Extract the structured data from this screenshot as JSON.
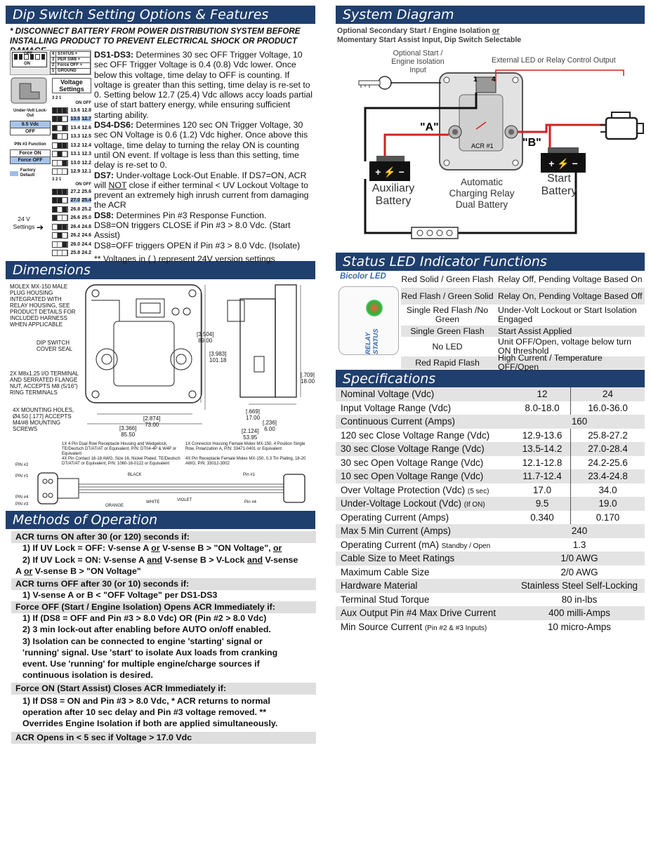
{
  "headers": {
    "dip": "Dip Switch Setting Options & Features",
    "system": "System Diagram",
    "dimensions": "Dimensions",
    "status": "Status LED Indicator Functions",
    "specs": "Specifications",
    "methods": "Methods of Operation"
  },
  "dip": {
    "warning1": "* DISCONNECT BATTERY FROM POWER DISTRIBUTION SYSTEM BEFORE",
    "warning2": "INSTALLING PRODUCT TO PREVENT ELECTRICAL SHOCK OR PRODUCT DAMAGE",
    "legend": {
      "off": "OFF",
      "on": "ON",
      "r4": "STATUS +",
      "r3": "PER SW8 +",
      "r2": "Force OFF +",
      "r1": "GROUND",
      "n4": "4",
      "n3": "3",
      "n2": "2",
      "n1": "1"
    },
    "voltage_settings": "Voltage Settings",
    "col_head": "ON  OFF",
    "under_volt": "Under-Volt Lock-Out",
    "under_volt_opt1": "9.5 Vdc",
    "under_volt_opt2": "OFF",
    "pin3_function": "PIN #3 Function",
    "pin3_opt1": "Force ON",
    "pin3_opt2": "Force OFF",
    "factory_default": "Factory Default",
    "settings_24v": "24 V Settings",
    "ds1_head": "DS1-DS3:",
    "ds1_body": " Determines 30 sec OFF Trigger Voltage, 10 sec OFF Trigger Voltage is 0.4 (0.8) Vdc lower. Once below this voltage, time delay to OFF is counting. If voltage is greater than this setting, time delay is re-set to 0. Setting below 12.7 (25.4) Vdc allows accy loads partial use of start battery energy, while ensuring sufficient starting ability.",
    "ds4_head": "DS4-DS6:",
    "ds4_body": " Determines 120 sec ON Trigger Voltage, 30 sec ON Voltage is 0.6 (1.2) Vdc higher. Once above this voltage, time delay to turning the relay ON is counting until ON event. If voltage is less than this setting, time delay is re-set to 0.",
    "ds7_head": "DS7:",
    "ds7_body_a": " Under-voltage Lock-Out Enable. If DS7=ON, ACR will ",
    "ds7_not": "NOT",
    "ds7_body_b": " close if either terminal < UV Lockout Voltage to prevent an extremely high inrush current from damaging the ACR",
    "ds8_head": "DS8:",
    "ds8_body": " Determines Pin #3 Response Function.",
    "ds8_on": "DS8=ON triggers CLOSE if Pin #3 > 8.0 Vdc. (Start Assist)",
    "ds8_off": "DS8=OFF triggers OPEN if Pin #3 > 8.0 Vdc. (Isolate)",
    "note": "** Voltages in (   ) represent 24V version settings",
    "rows12": [
      {
        "on": "13.6",
        "off": "12.8"
      },
      {
        "on": "13.5",
        "off": "12.7"
      },
      {
        "on": "13.4",
        "off": "12.6"
      },
      {
        "on": "13.3",
        "off": "12.5"
      },
      {
        "on": "13.2",
        "off": "12.4"
      },
      {
        "on": "13.1",
        "off": "12.3"
      },
      {
        "on": "13.0",
        "off": "12.2"
      },
      {
        "on": "12.9",
        "off": "12.1"
      }
    ],
    "rows24": [
      {
        "on": "27.2",
        "off": "25.6"
      },
      {
        "on": "27.0",
        "off": "25.4"
      },
      {
        "on": "26.8",
        "off": "25.2"
      },
      {
        "on": "26.6",
        "off": "25.0"
      },
      {
        "on": "26.4",
        "off": "24.8"
      },
      {
        "on": "26.2",
        "off": "24.6"
      },
      {
        "on": "26.0",
        "off": "24.4"
      },
      {
        "on": "25.8",
        "off": "24.2"
      }
    ],
    "highlight_color": "#9fbde6"
  },
  "system": {
    "opt_secondary_a": "Optional Secondary Start / Engine Isolation ",
    "opt_secondary_or": "or",
    "opt_secondary_b": "Momentary Start Assist Input, Dip Switch Selectable",
    "opt_start": "Optional Start / Engine Isolation Input",
    "external_led": "External LED or Relay Control Output",
    "label_a": "\"A\"",
    "label_b": "\"B\"",
    "acr": "ACR #1",
    "pin1": "1",
    "pin4": "4",
    "aux_battery": "Auxiliary Battery",
    "acr_desc": "Automatic Charging Relay Dual Battery",
    "start_battery": "Start Battery",
    "wire_red": "#d42020",
    "wire_black": "#111111"
  },
  "dimensions": {
    "molex": "MOLEX MX-150 MALE PLUG HOUSING INTEGRATED WITH RELAY HOUSING, SEE PRODUCT DETAILS FOR INCLUDED HARNESS WHEN APPLICABLE",
    "dip_cover": "DIP SWITCH COVER SEAL",
    "terminal": "2X M8x1.25 I/O TERMINAL AND SERRATED FLANGE NUT, ACCEPTS M8 (5/16\") RING TERMINALS",
    "mounting": "4X MOUNTING HOLES, Ø4.50 [.177] ACCEPTS M4/#8 MOUNTING SCREWS",
    "d1a": "[3.504]",
    "d1b": "89.00",
    "d2a": "[3.983]",
    "d2b": "101.18",
    "d3a": "[2.874]",
    "d3b": "73.00",
    "d4a": "[3.366]",
    "d4b": "85.50",
    "d5a": "[.669]",
    "d5b": "17.00",
    "d6a": "[.236]",
    "d6b": "6.00",
    "d7a": "[2.124]",
    "d7b": "53.95",
    "d8a": "[.709]",
    "d8b": "18.00",
    "h1": "1X 4 Pin Dual Row Receptacle Housing and Wedgelock, TE/Deutsch DT/AT/AT or Equivalent, P/N: DT04-4P & W4P or Equivalent",
    "h2": "1X Connector Housing Female Molex MX-150, 4 Position Single Row, Polarization A, P/N: 33471-0401 or Equivalent",
    "h3": "4X Pin Contact 16-18 AWG, Size 16, Nickel Plated, TE/Deutsch DT/AT/AT or Equivalent, P/N: 1060-16-0122 or Equivalent",
    "h4": "4X Pin Receptacle Female Molex MX-150, 0.3 Tin Plating, 18-20 AWG, P/N: 33012-3002",
    "pin2": "PIN #2",
    "pin1": "PIN #1",
    "pin4": "PIN #4",
    "pin3": "PIN #3",
    "black": "BLACK",
    "white": "WHITE",
    "violet": "VIOLET",
    "orange": "ORANGE",
    "rpin1": "Pin #1",
    "rpin4": "Pin #4"
  },
  "status": {
    "bicolor": "Bicolor LED",
    "relay_status": "RELAY STATUS",
    "rows": [
      {
        "state": "Red Solid / Green Flash",
        "meaning": "Relay Off, Pending Voltage Based On"
      },
      {
        "state": "Red Flash / Green Solid",
        "meaning": "Relay On, Pending Voltage Based Off"
      },
      {
        "state": "Single Red Flash  /No Green",
        "meaning": "Under-Volt Lockout or Start Isolation Engaged"
      },
      {
        "state": "Single Green Flash",
        "meaning": "Start Assist Applied"
      },
      {
        "state": "No LED",
        "meaning": "Unit OFF/Open, voltage below turn ON threshold"
      },
      {
        "state": "Red Rapid Flash",
        "meaning": "High Current / Temperature OFF/Open"
      }
    ]
  },
  "specs": {
    "rows": [
      {
        "name": "Nominal Voltage (Vdc)",
        "v12": "12",
        "v24": "24"
      },
      {
        "name": "Input Voltage Range (Vdc)",
        "v12": "8.0-18.0",
        "v24": "16.0-36.0"
      },
      {
        "name": "Continuous Current (Amps)",
        "merged": "160"
      },
      {
        "name": "120 sec Close Voltage Range (Vdc)",
        "v12": "12.9-13.6",
        "v24": "25.8-27.2"
      },
      {
        "name": "30 sec Close Voltage Range (Vdc)",
        "v12": "13.5-14.2",
        "v24": "27.0-28.4"
      },
      {
        "name": "30 sec Open Voltage Range (Vdc)",
        "v12": "12.1-12.8",
        "v24": "24.2-25.6"
      },
      {
        "name": "10 sec Open Voltage Range (Vdc)",
        "v12": "11.7-12.4",
        "v24": "23.4-24.8"
      },
      {
        "name": "Over Voltage Protection (Vdc)",
        "suffix": "(5 sec)",
        "v12": "17.0",
        "v24": "34.0"
      },
      {
        "name": "Under-Voltage Lockout (Vdc)",
        "suffix": "(If ON)",
        "v12": "9.5",
        "v24": "19.0"
      },
      {
        "name": "Operating Current (Amps)",
        "v12": "0.340",
        "v24": "0.170"
      },
      {
        "name": "Max 5 Min Current (Amps)",
        "merged": "240"
      },
      {
        "name": "Operating Current (mA)",
        "suffix": "Standby / Open",
        "merged": "1.3"
      },
      {
        "name": "Cable Size to Meet Ratings",
        "merged": "1/0 AWG"
      },
      {
        "name": "Maximum Cable Size",
        "merged": "2/0 AWG"
      },
      {
        "name": "Hardware Material",
        "merged": "Stainless Steel Self-Locking"
      },
      {
        "name": "Terminal Stud Torque",
        "merged": "80 in-lbs"
      },
      {
        "name": "Aux Output Pin #4 Max Drive Current",
        "merged": "400 milli-Amps"
      },
      {
        "name": "Min Source Current",
        "suffix": "(Pin #2 & #3 Inputs)",
        "merged": "10 micro-Amps"
      }
    ]
  },
  "methods": {
    "on_head": "ACR turns ON after 30 (or 120) seconds if:",
    "on_1a": "1) If UV Lock = OFF: V-sense A ",
    "on_1or": "or",
    "on_1b": " V-sense B >  \"ON Voltage\",   ",
    "on_1or2": "or",
    "on_2a": "2) If UV Lock = ON: V-sense A ",
    "on_2and": "and",
    "on_2b": " V-sense B > V-Lock ",
    "on_2and2": "and",
    "on_2c": " V-sense",
    "on_2d": "A ",
    "on_2or": "or",
    "on_2e": " V-sense B > \"ON Voltage\"",
    "off_head": "ACR turns OFF after 30 (or 10) seconds if:",
    "off_1": "1) V-sense A or B < \"OFF Voltage\" per DS1-DS3",
    "force_off_head": "Force OFF (Start / Engine Isolation) Opens ACR Immediately if:",
    "fo_1": "1) If (DS8 = OFF and Pin #3 > 8.0 Vdc)  OR    (Pin #2 > 8.0 Vdc)",
    "fo_2": "2) 3 min lock-out after enabling before AUTO on/off enabled.",
    "fo_3a": "3) Isolation can be connected to engine 'starting' signal or",
    "fo_3b": "'running' signal. Use 'start' to isolate Aux loads from cranking",
    "fo_3c": "event. Use 'running' for multiple engine/charge sources if",
    "fo_3d": "continuous isolation is desired.",
    "force_on_head": "Force ON (Start Assist) Closes ACR Immediately if:",
    "fn_1a": "1) If DS8 = ON and Pin #3 > 8.0 Vdc, * ACR returns to normal",
    "fn_1b": "operation after 10 sec delay and Pin #3 voltage removed. **",
    "fn_1c": "Overrides Engine Isolation if both are applied simultaneously.",
    "last": "ACR Opens in < 5 sec if Voltage > 17.0 Vdc"
  },
  "colors": {
    "header_bg": "#1f3f6e",
    "row_alt": "#e3e3e3"
  }
}
